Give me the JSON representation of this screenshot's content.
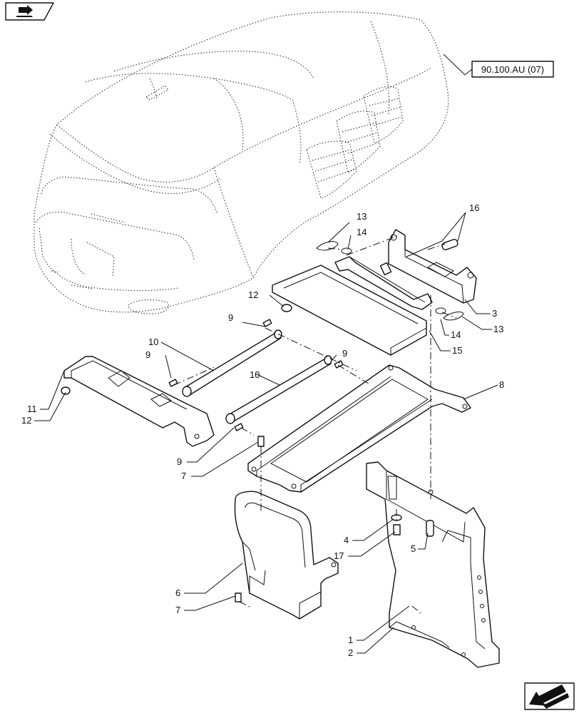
{
  "reference_box": {
    "text": "90.100.AU (07)"
  },
  "callouts": {
    "c1": "1",
    "c2": "2",
    "c3": "3",
    "c4": "4",
    "c5": "5",
    "c6": "6",
    "c7a": "7",
    "c7b": "7",
    "c8": "8",
    "c9a": "9",
    "c9b": "9",
    "c9c": "9",
    "c9d": "9",
    "c10a": "10",
    "c10b": "10",
    "c11": "11",
    "c12a": "12",
    "c12b": "12",
    "c13a": "13",
    "c13b": "13",
    "c14a": "14",
    "c14b": "14",
    "c15": "15",
    "c16": "16",
    "c17": "17"
  },
  "icons": {
    "top_left": "book-arrow-icon",
    "bottom_right": "next-page-arrow-icon"
  }
}
